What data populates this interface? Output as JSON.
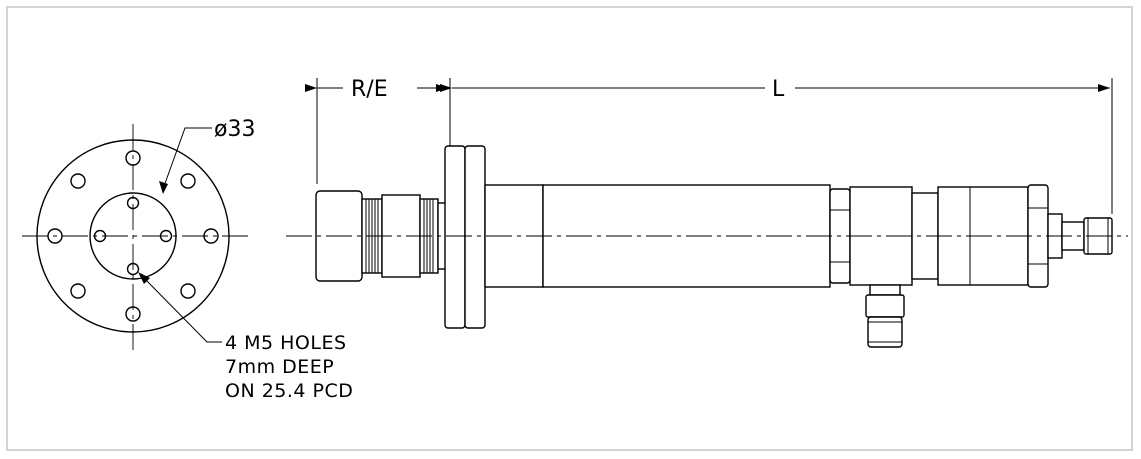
{
  "drawing": {
    "flange_diameter": "ø33",
    "hole_note": [
      "4 M5 HOLES",
      "7mm DEEP",
      "ON 25.4 PCD"
    ],
    "dim_re": "R/E",
    "dim_l": "L"
  },
  "colors": {
    "line": "#000000",
    "frame_border": "#d4d4d4",
    "background": "#ffffff"
  }
}
